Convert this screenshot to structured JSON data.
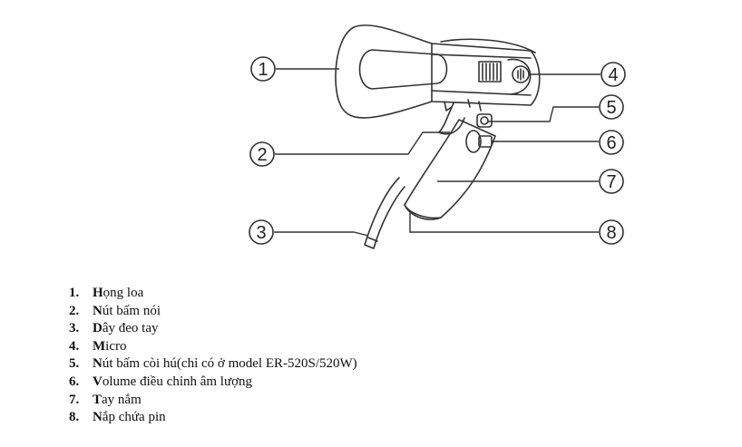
{
  "callouts": [
    "1",
    "2",
    "3",
    "4",
    "5",
    "6",
    "7",
    "8"
  ],
  "legend": [
    {
      "num": "1.",
      "first": "H",
      "rest": "ọng loa"
    },
    {
      "num": "2.",
      "first": "N",
      "rest": "út bấm nói"
    },
    {
      "num": "3.",
      "first": "D",
      "rest": "ây đeo tay"
    },
    {
      "num": "4.",
      "first": "M",
      "rest": "icro"
    },
    {
      "num": "5.",
      "first": "N",
      "rest": "út bấm còi hú(chỉ có ở model ER-520S/520W)"
    },
    {
      "num": "6.",
      "first": "V",
      "rest": "olume điều chỉnh âm lượng"
    },
    {
      "num": "7.",
      "first": "T",
      "rest": "ay nắm"
    },
    {
      "num": "8.",
      "first": "N",
      "rest": "ắp chứa pin"
    }
  ]
}
